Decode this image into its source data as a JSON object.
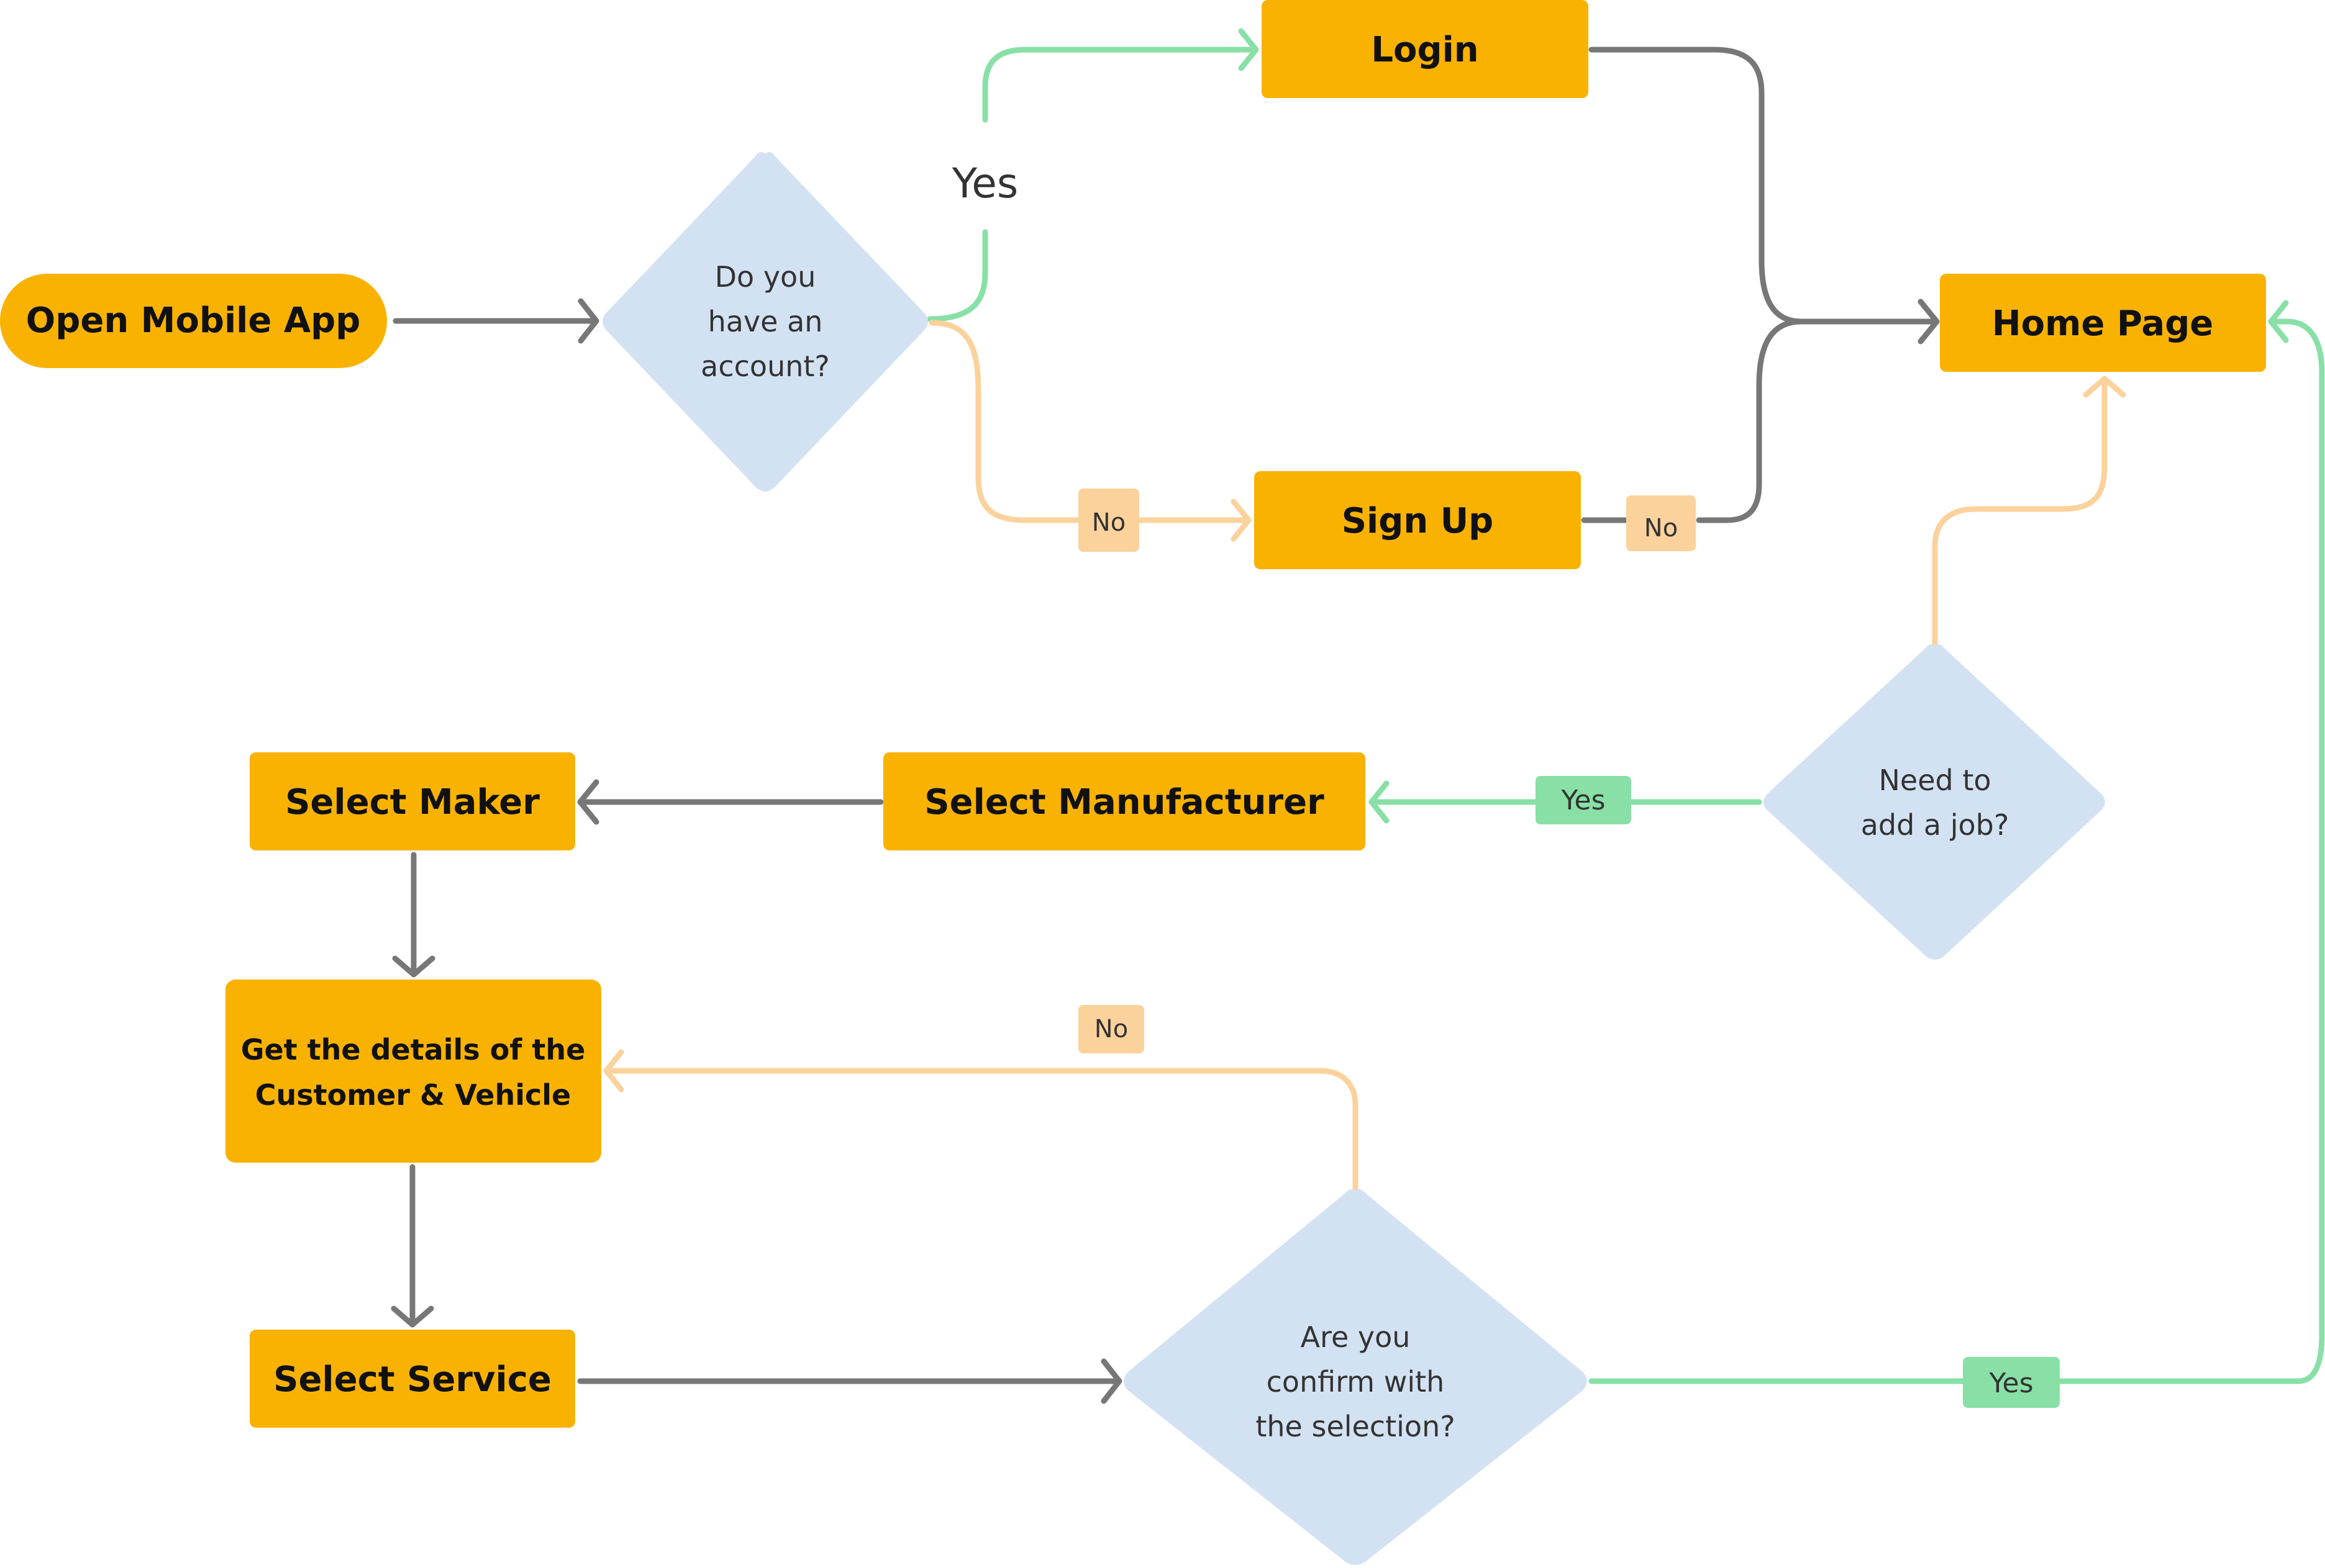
{
  "title": "Mobile App Job Flow",
  "colors": {
    "process": "#f9b200",
    "decision": "#d3e2f3",
    "connector": "#777777",
    "yes": "#88e0a6",
    "no": "#fcd29c"
  },
  "nodes": {
    "open_app": "Open Mobile App",
    "login": "Login",
    "sign_up": "Sign Up",
    "home_page": "Home Page",
    "select_manufacturer": "Select Manufacturer",
    "select_maker": "Select Maker",
    "get_details": [
      "Get the details of the",
      "Customer & Vehicle"
    ],
    "select_service": "Select Service"
  },
  "decisions": {
    "have_account": [
      "Do you",
      "have an",
      "account?"
    ],
    "add_job": [
      "Need to",
      "add a job?"
    ],
    "confirm": [
      "Are you",
      "confirm with",
      "the selection?"
    ]
  },
  "edge_labels": {
    "account_yes": "Yes",
    "account_no": "No",
    "signup_no": "No",
    "add_job_yes": "Yes",
    "confirm_no": "No",
    "confirm_yes": "Yes"
  }
}
